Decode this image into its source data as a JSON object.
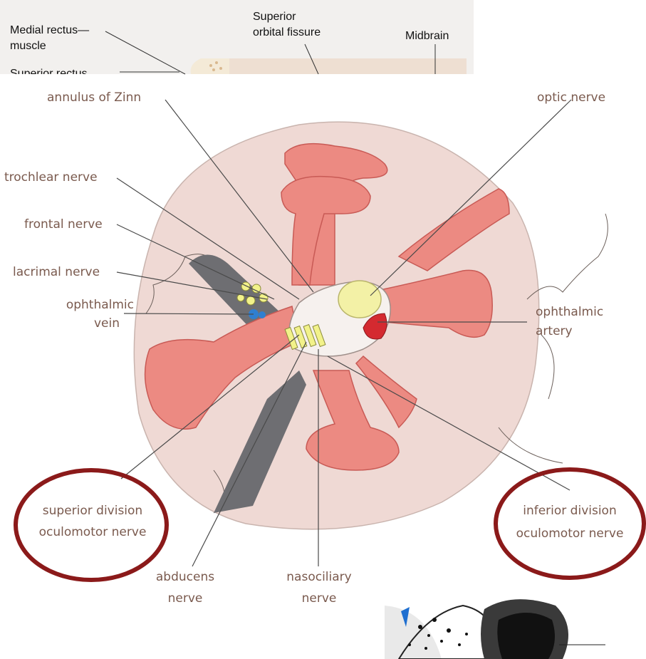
{
  "top_figure": {
    "labels": {
      "medial_rectus": "Medial rectus—\nmuscle",
      "superior_rectus": "Superior rectus",
      "superior_orbital_fissure": "Superior\norbital fissure",
      "midbrain": "Midbrain"
    }
  },
  "diagram": {
    "labels": {
      "annulus_of_zinn": "annulus of Zinn",
      "optic_nerve": "optic nerve",
      "trochlear_nerve": "trochlear nerve",
      "frontal_nerve": "frontal nerve",
      "lacrimal_nerve": "lacrimal nerve",
      "ophthalmic_vein_1": "ophthalmic",
      "ophthalmic_vein_2": "vein",
      "ophthalmic_artery_1": "ophthalmic",
      "ophthalmic_artery_2": "artery",
      "superior_division_1": "superior division",
      "superior_division_2": "oculomotor nerve",
      "inferior_division_1": "inferior division",
      "inferior_division_2": "oculomotor nerve",
      "abducens_1": "abducens",
      "abducens_2": "nerve",
      "nasociliary_1": "nasociliary",
      "nasociliary_2": "nerve"
    },
    "colors": {
      "orbit_fill": "#efd9d4",
      "muscle": "#ec8a82",
      "muscle_dark": "#c85a55",
      "vein": "#6e6e72",
      "nerve_yellow": "#f2f28a",
      "artery": "#d42a30",
      "vein_dot": "#2f7fd0",
      "highlight_ring": "#8b1a1a",
      "label_text": "#7a5a4e"
    }
  }
}
